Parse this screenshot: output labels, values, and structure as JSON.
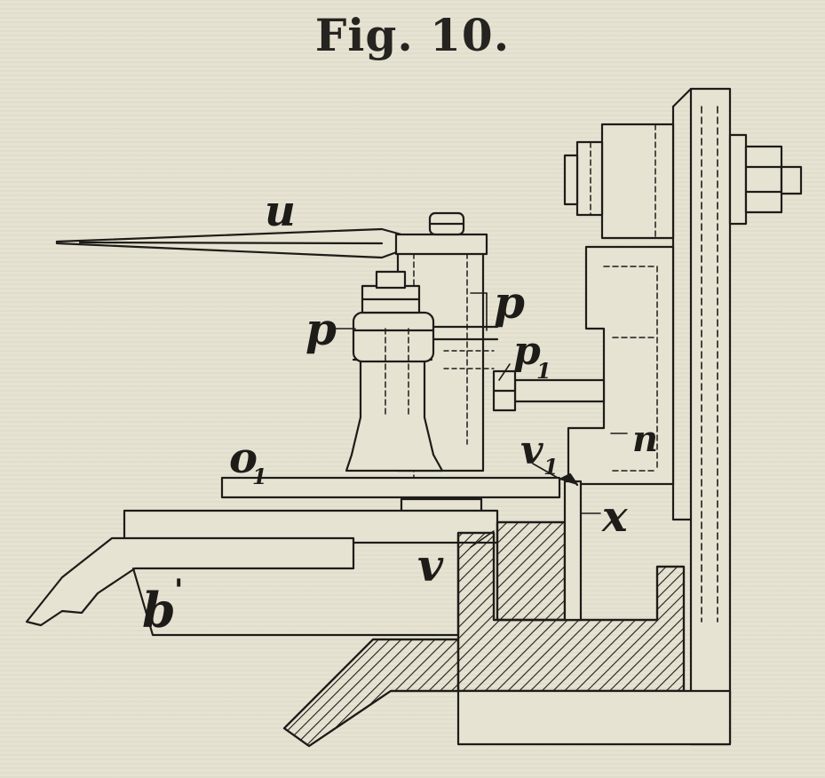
{
  "figure": {
    "title": "Fig. 10."
  },
  "labels": {
    "u": "u",
    "p_left": "p",
    "p_right": "p",
    "p1": "p",
    "p1_sub": "1",
    "o1": "o",
    "o1_sub": "1",
    "v1": "v",
    "v1_sub": "1",
    "n": "n",
    "x": "x",
    "v": "v",
    "b": "b",
    "b_mark": "'"
  },
  "colors": {
    "ink": "#1e1c18",
    "paper": "#e7e3d3"
  }
}
